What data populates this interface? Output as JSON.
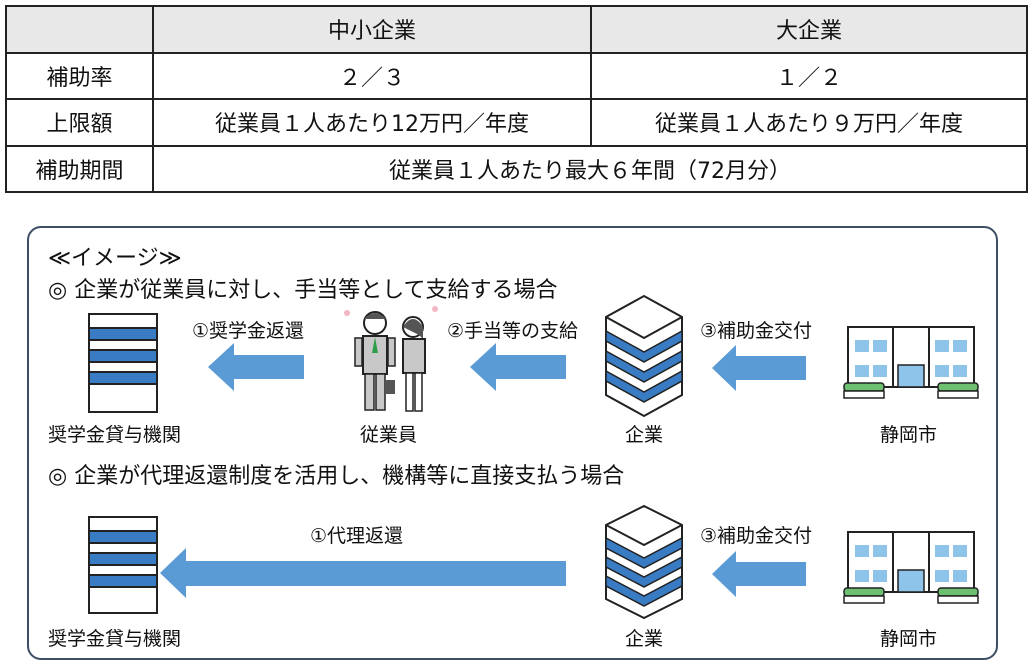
{
  "table": {
    "header": [
      "",
      "中小企業",
      "大企業"
    ],
    "rows": [
      {
        "label": "補助率",
        "sme": "２／３",
        "large": "１／２"
      },
      {
        "label": "上限額",
        "sme": "従業員１人あたり12万円／年度",
        "large": "従業員１人あたり９万円／年度"
      },
      {
        "label": "補助期間",
        "both": "従業員１人あたり最大６年間（72月分）"
      }
    ]
  },
  "image": {
    "title": "≪イメージ≫",
    "scenario1": {
      "heading": "◎ 企業が従業員に対し、手当等として支給する場合",
      "step1": "①奨学金返還",
      "step2": "②手当等の支給",
      "step3": "③補助金交付",
      "institution": "奨学金貸与機関",
      "employee": "従業員",
      "company": "企業",
      "city": "静岡市"
    },
    "scenario2": {
      "heading": "◎ 企業が代理返還制度を活用し、機構等に直接支払う場合",
      "step1": "①代理返還",
      "step3": "③補助金交付",
      "institution": "奨学金貸与機関",
      "company": "企業",
      "city": "静岡市"
    }
  },
  "colors": {
    "arrow": "#5b9bd5",
    "border": "#3c4f65",
    "header_bg": "#e8e8e8"
  }
}
